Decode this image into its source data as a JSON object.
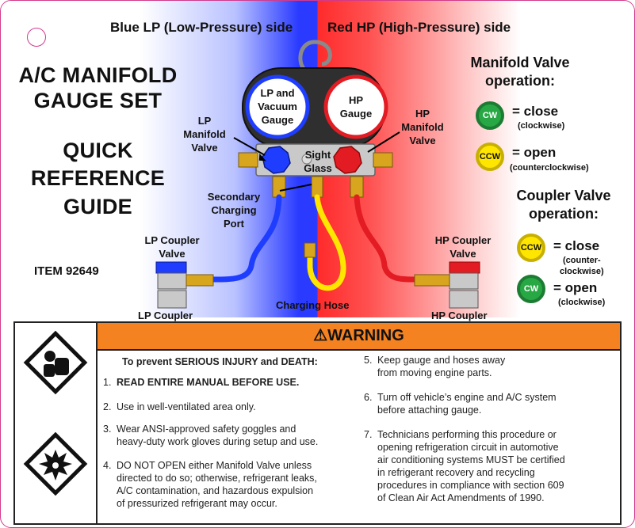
{
  "header": {
    "lp_side": "Blue LP (Low-Pressure) side",
    "hp_side": "Red HP (High-Pressure) side"
  },
  "title": {
    "line1": "A/C MANIFOLD",
    "line2": "GAUGE SET",
    "line3": "QUICK",
    "line4": "REFERENCE",
    "line5": "GUIDE",
    "item": "ITEM 92649"
  },
  "gauges": {
    "lp": [
      "LP and",
      "Vacuum",
      "Gauge"
    ],
    "hp": [
      "HP",
      "Gauge"
    ],
    "sight_glass": [
      "Sight",
      "Glass"
    ]
  },
  "labels": {
    "lp_manifold_valve": [
      "LP",
      "Manifold",
      "Valve"
    ],
    "hp_manifold_valve": [
      "HP",
      "Manifold",
      "Valve"
    ],
    "secondary_port": [
      "Secondary",
      "Charging",
      "Port"
    ],
    "lp_coupler_valve": [
      "LP Coupler",
      "Valve"
    ],
    "hp_coupler_valve": [
      "HP Coupler",
      "Valve"
    ],
    "lp_coupler": "LP Coupler",
    "hp_coupler": "HP Coupler",
    "charging_hose": "Charging Hose"
  },
  "manifold_ops": {
    "title": [
      "Manifold Valve",
      "operation:"
    ],
    "close_badge": "CW",
    "close_label": "= close",
    "close_sub": "(clockwise)",
    "open_badge": "CCW",
    "open_label": "= open",
    "open_sub": "(counterclockwise)"
  },
  "coupler_ops": {
    "title": [
      "Coupler Valve",
      "operation:"
    ],
    "close_badge": "CCW",
    "close_label": "= close",
    "close_sub": [
      "(counter-",
      "clockwise)"
    ],
    "open_badge": "CW",
    "open_label": "= open",
    "open_sub": "(clockwise)"
  },
  "warning": {
    "heading": "WARNING",
    "intro": "To prevent SERIOUS INJURY and DEATH:",
    "items": [
      {
        "num": "1.",
        "lines": [
          "READ ENTIRE MANUAL BEFORE USE."
        ]
      },
      {
        "num": "2.",
        "lines": [
          "Use in well-ventilated area only."
        ]
      },
      {
        "num": "3.",
        "lines": [
          "Wear ANSI-approved safety goggles and",
          "heavy-duty work gloves during setup and use."
        ]
      },
      {
        "num": "4.",
        "lines": [
          "DO NOT OPEN either Manifold Valve unless",
          "directed to do so; otherwise, refrigerant leaks,",
          "A/C contamination, and hazardous expulsion",
          "of pressurized refrigerant may occur."
        ]
      },
      {
        "num": "5.",
        "lines": [
          "Keep gauge and hoses away",
          "from moving engine parts."
        ]
      },
      {
        "num": "6.",
        "lines": [
          "Turn off vehicle’s engine and A/C system",
          "before attaching gauge."
        ]
      },
      {
        "num": "7.",
        "lines": [
          "Technicians performing this procedure or",
          "opening refrigeration circuit in automotive",
          "air conditioning systems MUST be certified",
          "in refrigerant recovery and recycling",
          "procedures in compliance with section 609",
          "of Clean Air Act Amendments of 1990."
        ]
      }
    ]
  },
  "colors": {
    "lp_blue": "#1f3dff",
    "hp_red": "#e31b23",
    "warning_orange": "#f58220",
    "cw_green": "#27a844",
    "ccw_yellow": "#ffe600",
    "border_magenta": "#d23a8c"
  }
}
